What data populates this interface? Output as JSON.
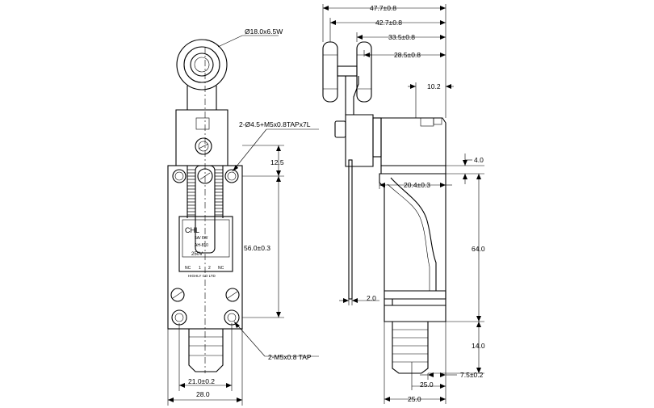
{
  "front_view": {
    "roller_label": "Ø18.0x6.5W",
    "tap_top_label": "2-Ø4.5+M5x0.8TAPx7L",
    "dim_top_offset": "12.5",
    "dim_hole_spacing_v": "56.0±0.3",
    "tap_bottom_label": "2-M5x0.8 TAP",
    "dim_hole_spacing_h": "21.0±0.2",
    "dim_width": "28.0",
    "nameplate": {
      "brand": "CHL",
      "rating": "5A/ 6W",
      "model": "AH-810",
      "voltage": "250V",
      "terminals": [
        "NC",
        "1",
        "2",
        "NC"
      ],
      "maker": "HIGHLY CO LTD"
    }
  },
  "side_view": {
    "dim_overall": "47.7±0.8",
    "dim_roller_outer": "42.7±0.8",
    "dim_roller_mid": "33.5±0.8",
    "dim_roller_inner": "28.5±0.8",
    "dim_cap": "10.2",
    "dim_step": "4.0",
    "dim_lever_offset": "20.4±0.3",
    "dim_body_height": "64.0",
    "dim_lever_thickness": "2.0",
    "dim_boot_height": "14.0",
    "dim_boot_offset": "7.5±0.2",
    "dim_boot_width": "25.0",
    "dim_base_width": "25.0"
  }
}
